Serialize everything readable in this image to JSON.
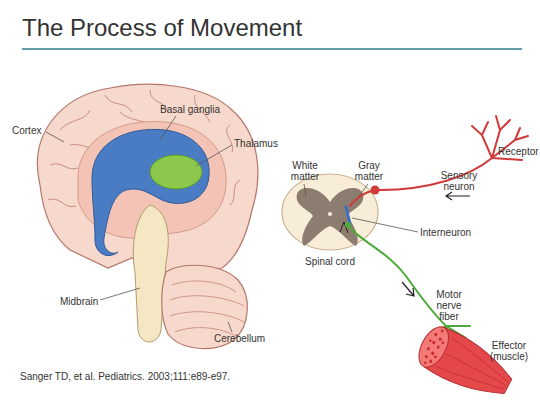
{
  "diagram": {
    "title": "The Process of Movement",
    "caption": "Sanger TD, et al. Pediatrics. 2003;111:e89-e97.",
    "labels": [
      "Cortex",
      "Basal ganglia",
      "Thalamus",
      "Midbrain",
      "Cerebellum",
      "White matter",
      "Gray matter",
      "Receptor",
      "Sensory neuron",
      "Interneuron",
      "Spinal cord",
      "Motor nerve fiber",
      "Effector (muscle)"
    ]
  }
}
